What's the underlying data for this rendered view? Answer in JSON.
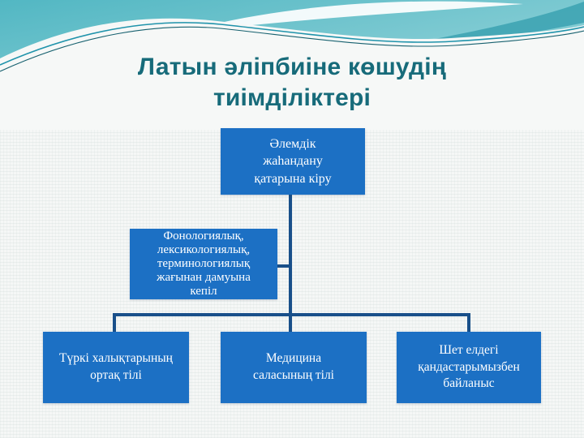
{
  "slide": {
    "title": "Латын әліпбиіне көшудің\nтиімділіктері",
    "colors": {
      "title_text": "#176b7a",
      "box_fill": "#1c70c4",
      "box_text": "#ffffff",
      "connector": "#19508a",
      "header_teal_dark": "#52b7c3",
      "header_teal_light": "#a2d9dd",
      "header_band": "#3ba2b2",
      "thin_line_bright": "#1f93ab",
      "thin_line_dark": "#17616f",
      "background": "#f5f7f6"
    },
    "diagram": {
      "top_box": "Әлемдік\nжаһандану\nқатарына кіру",
      "side_box": "Фонологиялық,\nлексикологиялық,\nтерминологиялық\nжағынан дамуына\nкепіл",
      "bottom_boxes": [
        "Түркі халықтарының\nортақ тілі",
        "Медицина\nсаласының тілі",
        "Шет елдегі\nқандастарымызбен\nбайланыс"
      ]
    }
  }
}
